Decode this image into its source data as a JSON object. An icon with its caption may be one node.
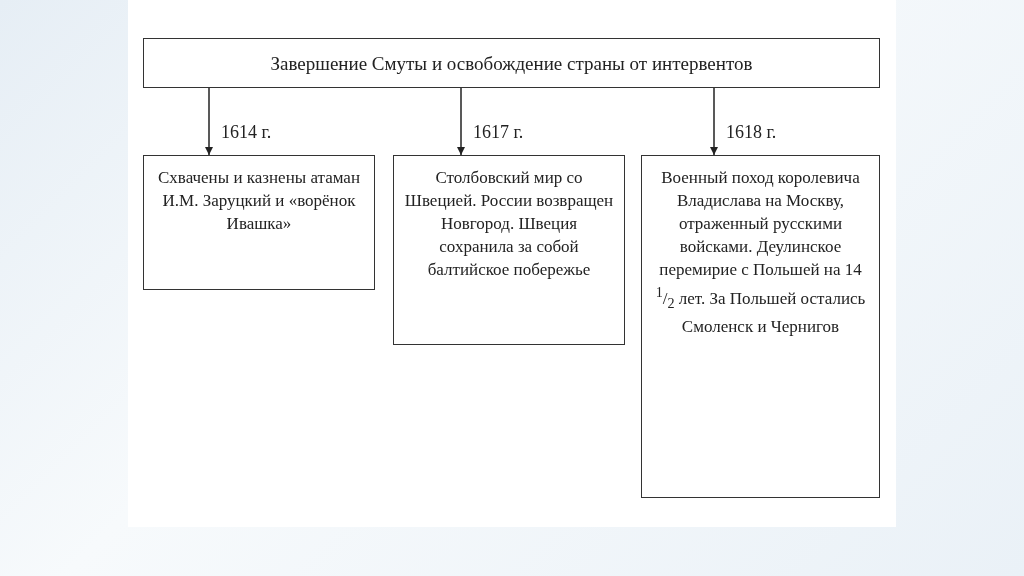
{
  "diagram": {
    "nodes": [
      {
        "text": [
          "Завершение Смуты и освобождение страны от интервентов"
        ]
      },
      {
        "text": [
          "Схвачены и казнены атаман И.М. Заруцкий и «ворёнок Ивашка»"
        ]
      },
      {
        "text": [
          "Столбовский мир со Швецией. России возвращен Новгород. Швеция сохранила за собой балтийское побережье"
        ]
      },
      {
        "text": [
          "Военный поход королевича Владислава на Москву, отраженный русскими войсками. Деулинское перемирие с Польшей на 14 $^{1}$/$_{2}$ лет. За Польшей остались Смоленск и Чернигов"
        ]
      }
    ],
    "edges": [
      {
        "from": 0,
        "to": 1,
        "arrow": "to",
        "label": "1614 г."
      },
      {
        "from": 0,
        "to": 2,
        "arrow": "to",
        "label": "1617 г."
      },
      {
        "from": 0,
        "to": 3,
        "arrow": "to",
        "label": "1618 г."
      }
    ]
  }
}
